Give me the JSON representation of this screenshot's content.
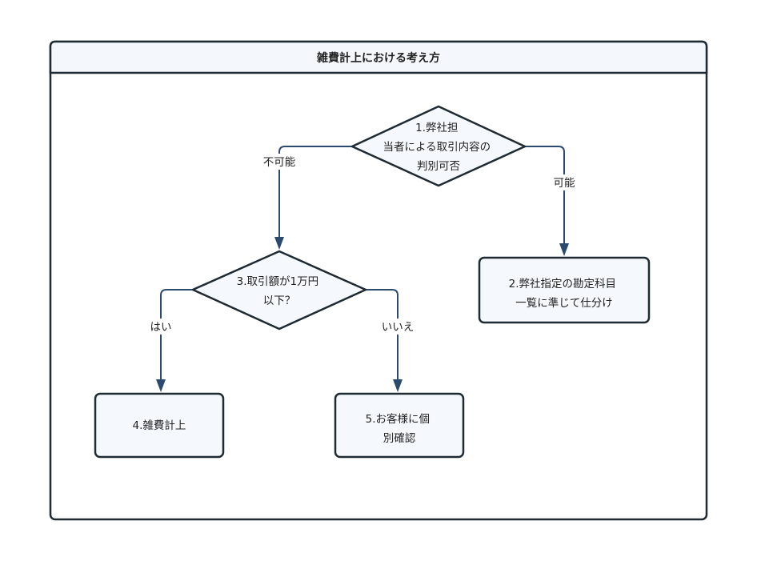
{
  "title": "雑費計上における考え方",
  "nodes": {
    "q1": {
      "lines": [
        "1.弊社担",
        "当者による取引内容の",
        "判別可否"
      ]
    },
    "q3": {
      "lines": [
        "3.取引額が1万円",
        "以下？"
      ]
    },
    "r2": {
      "lines": [
        "2.弊社指定の勘定科目",
        "一覧に準じて仕分け"
      ]
    },
    "r4": {
      "lines": [
        "4.雑費計上"
      ]
    },
    "r5": {
      "lines": [
        "5.お客様に個",
        "別確認"
      ]
    }
  },
  "edges": {
    "q1_no": "不可能",
    "q1_yes": "可能",
    "q3_yes": "はい",
    "q3_no": "いいえ"
  },
  "colors": {
    "stroke": "#1f2a33",
    "connector": "#2b4a70",
    "fill": "#f5f9fd"
  }
}
